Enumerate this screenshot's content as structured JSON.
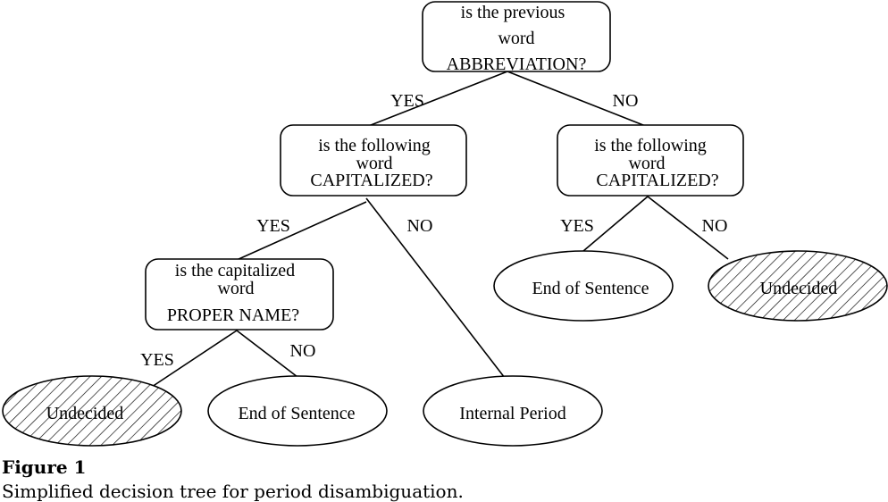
{
  "nodes": {
    "root": {
      "lines": [
        "is the previous",
        "word",
        "ABBREVIATION?"
      ]
    },
    "left": {
      "lines": [
        "is the following",
        "word",
        "CAPITALIZED?"
      ]
    },
    "right": {
      "lines": [
        "is the following",
        "word",
        "CAPITALIZED?"
      ]
    },
    "proper": {
      "lines": [
        "is the capitalized",
        "word",
        "PROPER NAME?"
      ]
    },
    "leaf_undecided_left": {
      "label": "Undecided",
      "hatched": true
    },
    "leaf_end_mid": {
      "label": "End of Sentence",
      "hatched": false
    },
    "leaf_internal": {
      "label": "Internal Period",
      "hatched": false
    },
    "leaf_end_right": {
      "label": "End of Sentence",
      "hatched": false
    },
    "leaf_undecided_right": {
      "label": "Undecided",
      "hatched": true
    }
  },
  "edges": {
    "root_left": "YES",
    "root_right": "NO",
    "left_proper": "YES",
    "left_internal": "NO",
    "right_end": "YES",
    "right_undecided": "NO",
    "proper_undecided": "YES",
    "proper_end": "NO"
  },
  "caption": {
    "title": "Figure 1",
    "text": "Simplified decision tree for period disambiguation."
  }
}
